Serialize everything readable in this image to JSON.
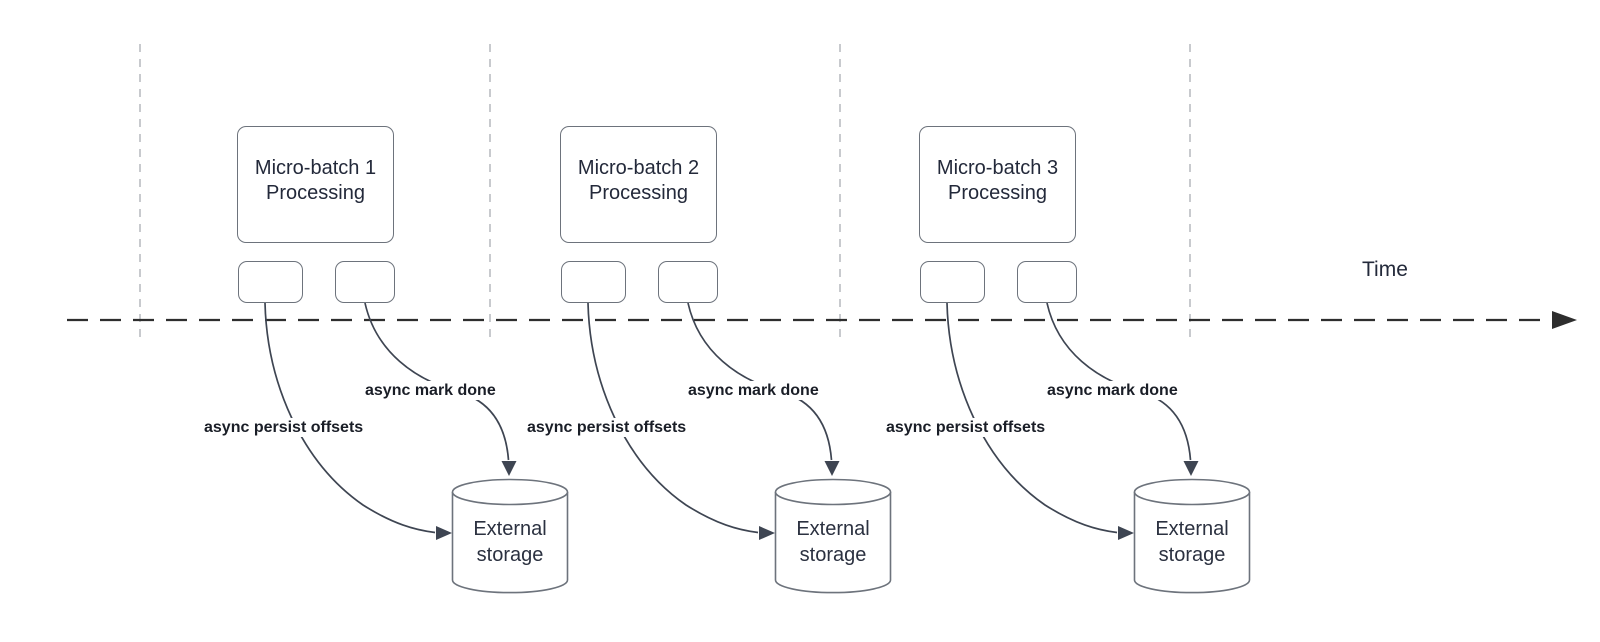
{
  "diagram": {
    "time_axis_label": "Time",
    "colors": {
      "shape_stroke": "#6d737c",
      "connector": "#3e4552",
      "axis": "#2e2e2e",
      "gridline": "#b6b9bd",
      "text": "#23293a",
      "label_text": "#1a1e27",
      "background": "#ffffff"
    }
  },
  "groups": [
    {
      "title_line1": "Micro-batch 1",
      "title_line2": "Processing",
      "persist_label": "async persist offsets",
      "mark_done_label": "async mark done",
      "storage_line1": "External",
      "storage_line2": "storage"
    },
    {
      "title_line1": "Micro-batch 2",
      "title_line2": "Processing",
      "persist_label": "async persist offsets",
      "mark_done_label": "async mark done",
      "storage_line1": "External",
      "storage_line2": "storage"
    },
    {
      "title_line1": "Micro-batch 3",
      "title_line2": "Processing",
      "persist_label": "async persist offsets",
      "mark_done_label": "async mark done",
      "storage_line1": "External",
      "storage_line2": "storage"
    }
  ]
}
